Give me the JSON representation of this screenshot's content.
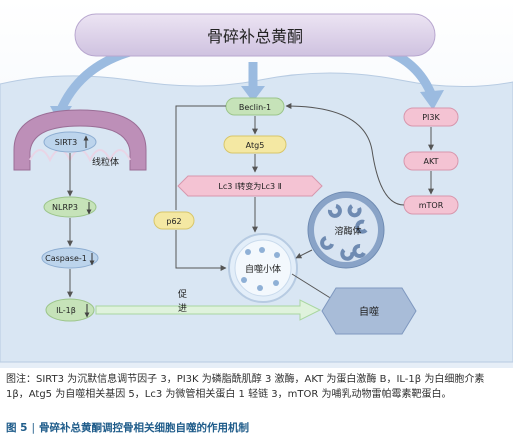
{
  "title": "骨碎补总黄酮",
  "nodes": {
    "sirt3": "SIRT3",
    "mitochondria": "线粒体",
    "nlrp3": "NLRP3",
    "caspase1": "Caspase-1",
    "il1b": "IL-1β",
    "promote": [
      "促",
      "进"
    ],
    "beclin1": "Beclin-1",
    "atg5": "Atg5",
    "lc3": "Lc3 Ⅰ转变为Lc3 Ⅱ",
    "p62": "p62",
    "autolysosome": "自噬小体",
    "lysosome": "溶酶体",
    "autophagy": "自噬",
    "pi3k": "PI3K",
    "akt": "AKT",
    "mtor": "mTOR"
  },
  "caption": {
    "text": "图注：SIRT3 为沉默信息调节因子 3，PI3K 为磷脂酰肌醇 3 激酶，AKT 为蛋白激酶 B，IL-1β 为白细胞介素 1β，Atg5 为自噬相关基因 5，Lc3 为微管相关蛋白 1 轻链 3，mTOR 为哺乳动物雷帕霉素靶蛋白。"
  },
  "figure_title": {
    "number": "图 5",
    "text": "骨碎补总黄酮调控骨相关细胞自噬的作用机制"
  },
  "colors": {
    "background": "#d9e6f3",
    "title_box": "#dcd0e8",
    "blue_node": "#bcd4ec",
    "green_node": "#c6e3b9",
    "yellow_node": "#f4e8a3",
    "pink_node": "#f4c3d3",
    "mito": "#bd8fb8",
    "lysosome": "#89a3c7",
    "autophagy_box": "#a8bcd8",
    "arrow_blue": "#9bbbe0",
    "accent": "#1f5c8a"
  }
}
